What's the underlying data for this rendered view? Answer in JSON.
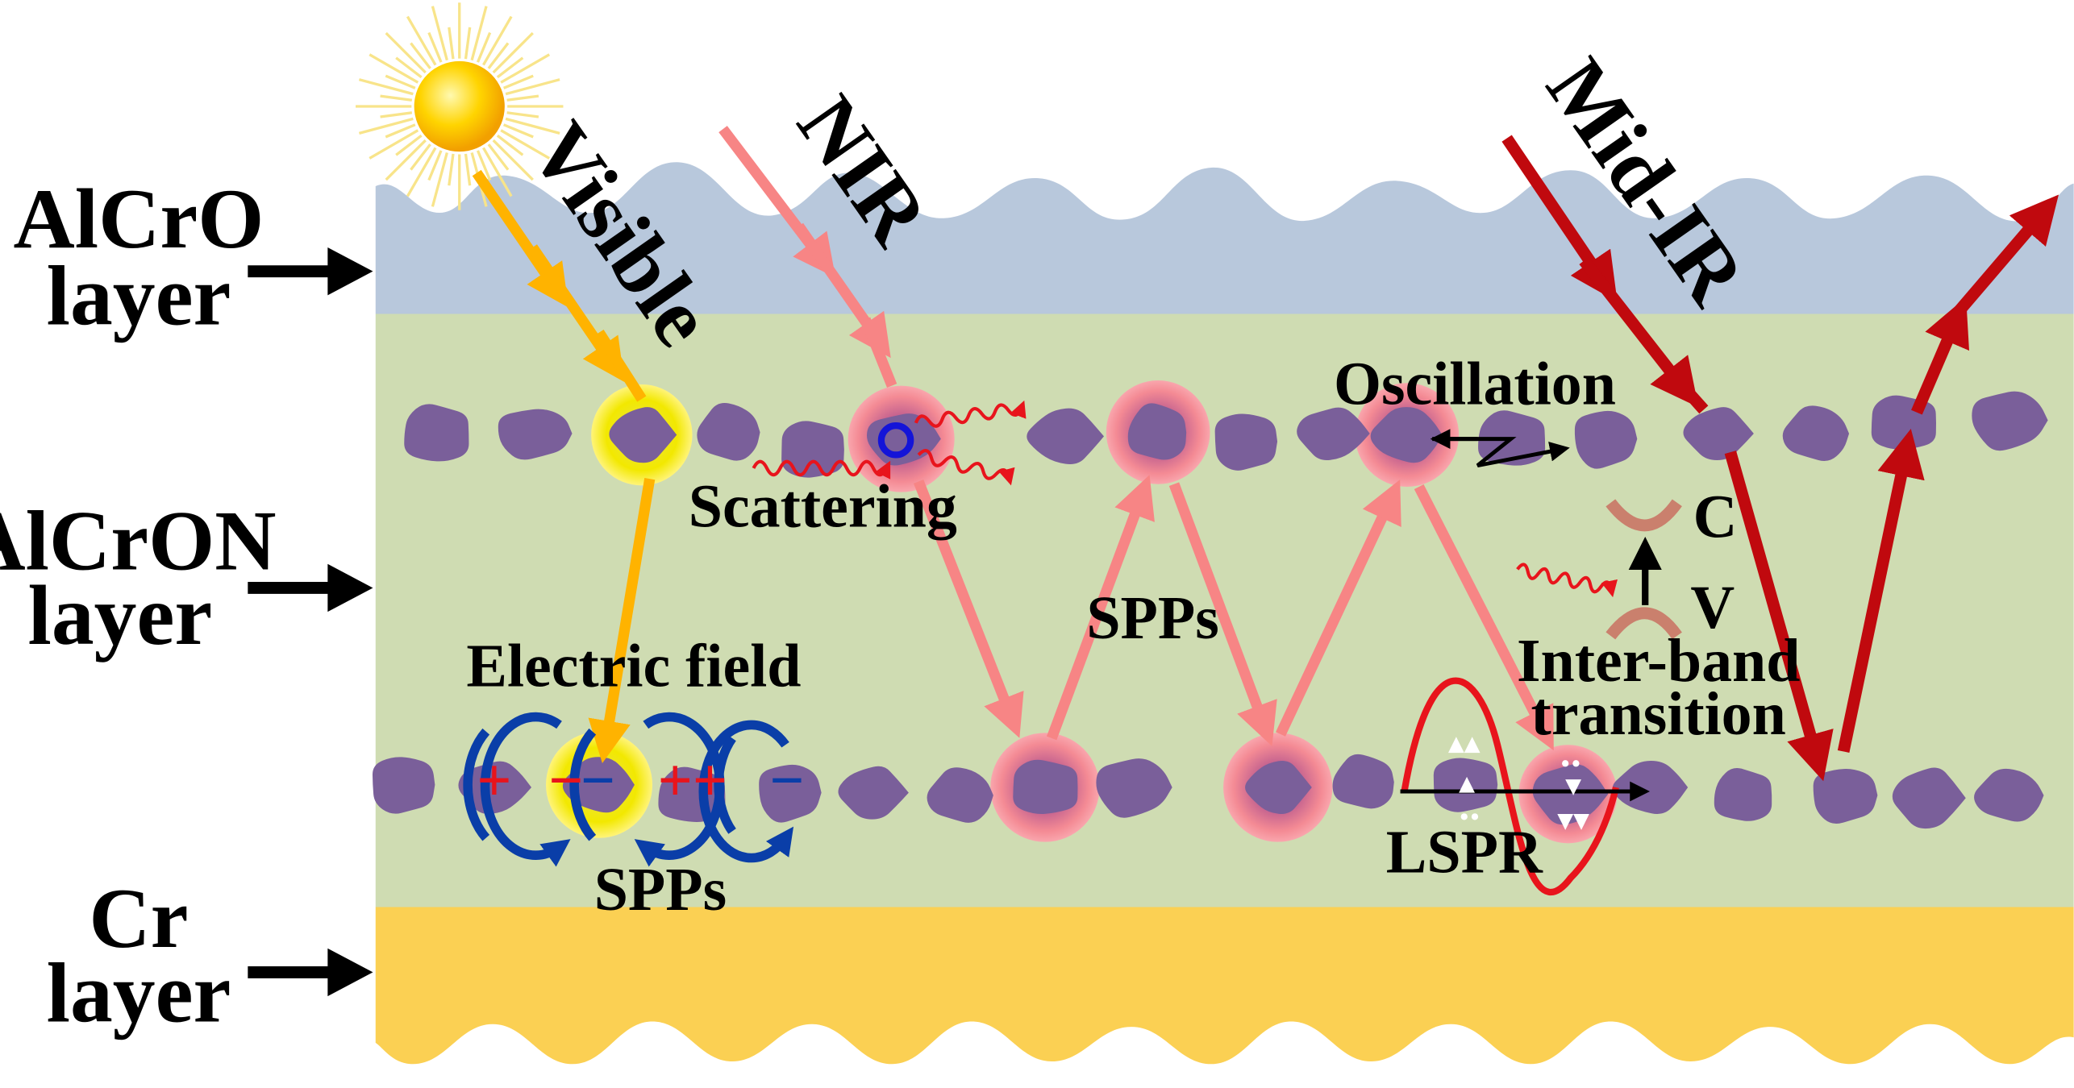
{
  "layers": {
    "alcro": {
      "label_line1": "AlCrO",
      "label_line2": "layer",
      "color": "#b8c8dc"
    },
    "alcron": {
      "label_line1": "AlCrON",
      "label_line2": "layer",
      "color": "#cfdcb2"
    },
    "cr": {
      "label_line1": "Cr",
      "label_line2": "layer",
      "color": "#fbd053"
    }
  },
  "rays": {
    "visible": {
      "label": "Visible",
      "color": "#ffb300"
    },
    "nir": {
      "label": "NIR",
      "color": "#f78585"
    },
    "mid_ir": {
      "label": "Mid-IR",
      "color": "#c0090e"
    }
  },
  "annotations": {
    "scattering": "Scattering",
    "oscillation": "Oscillation",
    "spps_middle": "SPPs",
    "electric_field": "Electric field",
    "spps_bottom": "SPPs",
    "lspr": "LSPR",
    "band_c": "C",
    "band_v": "V",
    "interband_line1": "Inter-band",
    "interband_line2": "transition"
  },
  "charges": {
    "plus": "+",
    "minus": "−",
    "double_plus": "++"
  },
  "colors": {
    "particle": "#7a5f9a",
    "field_loop": "#0a3ea8",
    "charge": "#e8141c",
    "wave": "#e8141c",
    "scatter_center": "#1414d8",
    "visible_glow": "#f4e300",
    "nir_glow": "#f07a86"
  },
  "icons": {
    "sun": "sun-icon",
    "side_arrow": "arrow-right-icon"
  }
}
